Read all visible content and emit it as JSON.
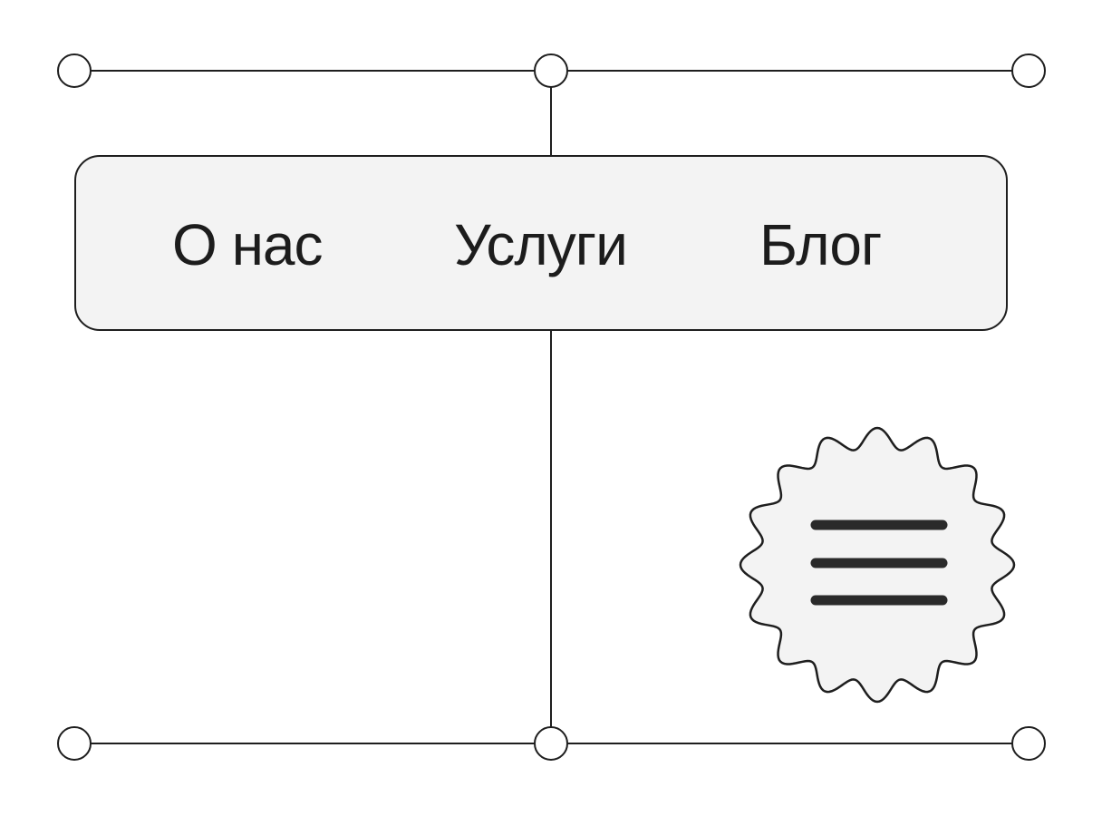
{
  "nav": {
    "items": [
      {
        "label": "О нас"
      },
      {
        "label": "Услуги"
      },
      {
        "label": "Блог"
      }
    ]
  },
  "menu_button": {
    "icon": "hamburger-menu-icon"
  },
  "colors": {
    "line": "#1e1e1e",
    "fill": "#f3f3f3",
    "background": "#ffffff"
  }
}
